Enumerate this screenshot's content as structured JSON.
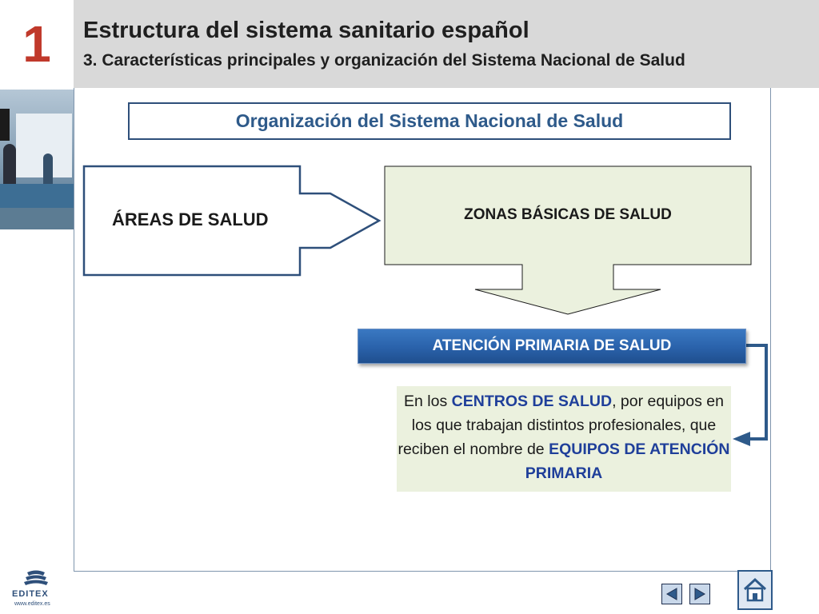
{
  "header": {
    "number": "1",
    "title": "Estructura del sistema sanitario español",
    "subtitle": "3. Características principales y organización del Sistema Nacional de Salud"
  },
  "diagram": {
    "title": "Organización del Sistema Nacional de Salud",
    "areas_label": "ÁREAS DE SALUD",
    "zonas_label": "ZONAS BÁSICAS DE SALUD",
    "atencion_label": "ATENCIÓN PRIMARIA DE SALUD",
    "description": {
      "part1": "En los ",
      "hl1": "CENTROS DE SALUD",
      "part2": ", por equipos en los que trabajan distintos profesionales, que reciben el nombre de ",
      "hl2": "EQUIPOS DE ATENCIÓN PRIMARIA"
    }
  },
  "footer": {
    "logo_name": "EDITEX",
    "logo_url": "www.editex.es",
    "prev_icon": "triangle-left-icon",
    "next_icon": "triangle-right-icon",
    "home_icon": "home-icon"
  },
  "colors": {
    "number": "#c0392b",
    "accent_blue": "#2e5a8a",
    "highlight": "#1f3f9a",
    "zonas_fill": "#ebf1de",
    "header_band": "#d9d9d9"
  }
}
